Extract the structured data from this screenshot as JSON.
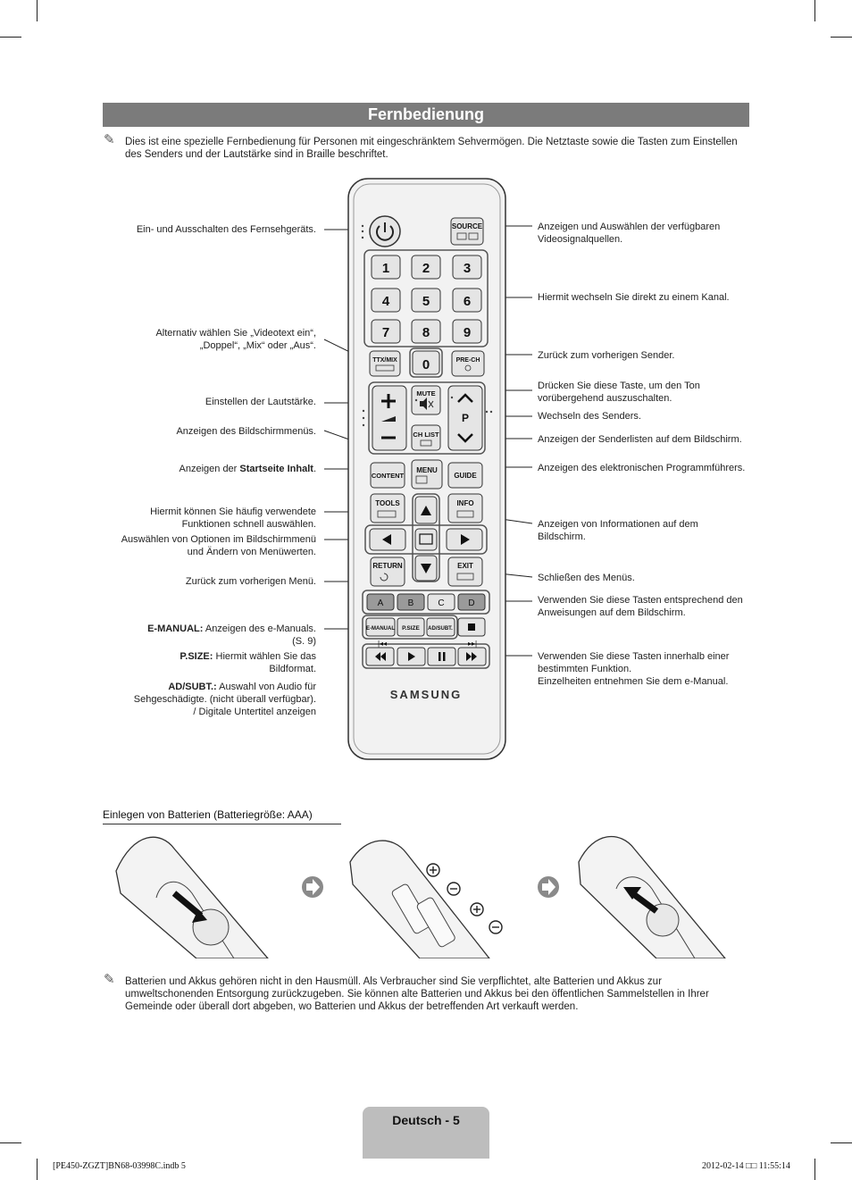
{
  "title": "Fernbedienung",
  "intro_note": "Dies ist eine spezielle Fernbedienung für Personen mit eingeschränktem Sehvermögen. Die Netztaste sowie die Tasten zum Einstellen des Senders und der Lautstärke sind in Braille beschriftet.",
  "left_labels": {
    "power": "Ein- und Ausschalten des Fernsehgeräts.",
    "ttx_1": "Alternativ wählen Sie „Videotext ein“,",
    "ttx_2": "„Doppel“, „Mix“ oder „Aus“.",
    "volume": "Einstellen der Lautstärke.",
    "menu": "Anzeigen des Bildschirmmenüs.",
    "content_pre": "Anzeigen der ",
    "content_bold": "Startseite Inhalt",
    "content_post": ".",
    "tools_1": "Hiermit können Sie häufig verwendete",
    "tools_2": "Funktionen schnell auswählen.",
    "nav_1": "Auswählen von Optionen im Bildschirmmenü",
    "nav_2": "und Ändern von Menüwerten.",
    "return": "Zurück zum vorherigen Menü.",
    "emanual_bold": "E-MANUAL:",
    "emanual_text": " Anzeigen des e-Manuals.",
    "emanual_page": "(S. 9)",
    "psize_bold": "P.SIZE:",
    "psize_text_1": " Hiermit wählen Sie das",
    "psize_text_2": "Bildformat.",
    "adsubt_bold": "AD/SUBT.:",
    "adsubt_text_1": " Auswahl von Audio für",
    "adsubt_text_2": "Sehgeschädigte. (nicht überall verfügbar).",
    "adsubt_text_3": "/ Digitale Untertitel anzeigen"
  },
  "right_labels": {
    "source_1": "Anzeigen und Auswählen der verfügbaren",
    "source_2": "Videosignalquellen.",
    "numbers": "Hiermit wechseln Sie direkt zu einem Kanal.",
    "prech": "Zurück zum vorherigen Sender.",
    "mute_1": "Drücken Sie diese Taste, um den Ton",
    "mute_2": "vorübergehend auszuschalten.",
    "channel": "Wechseln des Senders.",
    "chlist": "Anzeigen der Senderlisten auf dem Bildschirm.",
    "guide": "Anzeigen des elektronischen Programmführers.",
    "info_1": "Anzeigen von Informationen auf dem",
    "info_2": "Bildschirm.",
    "exit": "Schließen des Menüs.",
    "color_1": "Verwenden Sie diese Tasten entsprechend den",
    "color_2": "Anweisungen auf dem Bildschirm.",
    "media_1": "Verwenden Sie diese Tasten innerhalb einer",
    "media_2": "bestimmten Funktion.",
    "media_3": "Einzelheiten entnehmen Sie dem e-Manual."
  },
  "remote": {
    "source": "SOURCE",
    "digits": [
      "1",
      "2",
      "3",
      "4",
      "5",
      "6",
      "7",
      "8",
      "9"
    ],
    "zero": "0",
    "ttx": "TTX/MIX",
    "prech": "PRE-CH",
    "mute": "MUTE",
    "p": "P",
    "chlist": "CH LIST",
    "content": "CONTENT",
    "menu": "MENU",
    "guide": "GUIDE",
    "tools": "TOOLS",
    "info": "INFO",
    "return": "RETURN",
    "exit": "EXIT",
    "color_keys": [
      "A",
      "B",
      "C",
      "D"
    ],
    "emanual": "E-MANUAL",
    "psize": "P.SIZE",
    "adsubt": "AD/SUBT.",
    "brand": "SAMSUNG"
  },
  "battery_section_title": "Einlegen von Batterien (Batteriegröße: AAA)",
  "battery_note": "Batterien und Akkus gehören nicht in den Hausmüll. Als Verbraucher sind Sie verpflichtet, alte Batterien und Akkus zur umweltschonenden Entsorgung zurückzugeben. Sie können alte Batterien und Akkus bei den öffentlichen Sammelstellen in Ihrer Gemeinde oder überall dort abgeben, wo Batterien und Akkus der betreffenden Art verkauft werden.",
  "page_label": "Deutsch - 5",
  "footer_left": "[PE450-ZGZT]BN68-03998C.indb   5",
  "footer_right": "2012-02-14   □□ 11:55:14"
}
